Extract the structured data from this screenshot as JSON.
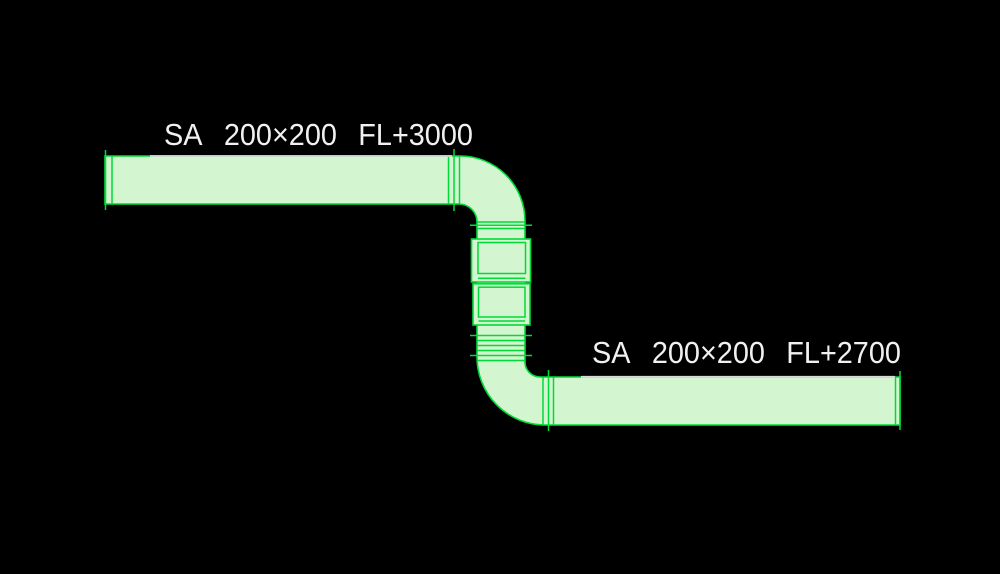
{
  "colors": {
    "background": "#000000",
    "duct_fill": "#d3f5cf",
    "duct_line": "#00dc37",
    "label_text": "#f1f1f1",
    "label_underline": "#d9d9d9"
  },
  "labels": {
    "duct_upper": {
      "system": "SA",
      "size": "200×200",
      "elevation": "FL+3000"
    },
    "duct_lower": {
      "system": "SA",
      "size": "200×200",
      "elevation": "FL+2700"
    }
  }
}
